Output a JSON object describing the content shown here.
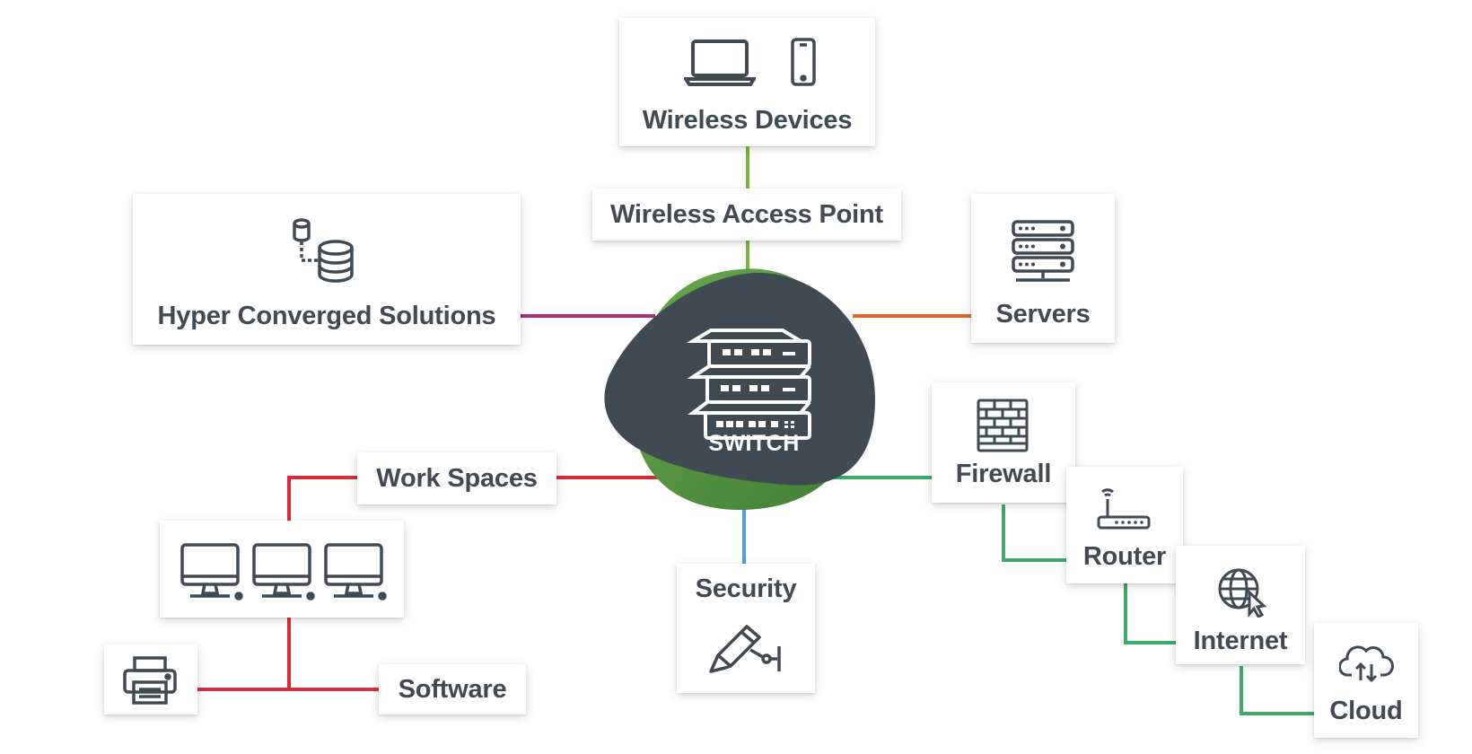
{
  "diagram": {
    "center": {
      "label": "SWITCH",
      "icon": "switch-stack-icon"
    },
    "nodes": {
      "wireless_devices": {
        "label": "Wireless Devices",
        "icons": [
          "laptop-icon",
          "smartphone-icon"
        ]
      },
      "wireless_access_point": {
        "label": "Wireless Access Point"
      },
      "hyper_converged": {
        "label": "Hyper Converged Solutions",
        "icon": "database-link-icon"
      },
      "servers": {
        "label": "Servers",
        "icon": "server-rack-icon"
      },
      "work_spaces": {
        "label": "Work Spaces"
      },
      "workstations": {
        "icons": [
          "desktop-icon",
          "desktop-icon",
          "desktop-icon"
        ]
      },
      "printer": {
        "icon": "printer-icon"
      },
      "software": {
        "label": "Software"
      },
      "security": {
        "label": "Security",
        "icon": "security-camera-icon"
      },
      "firewall": {
        "label": "Firewall",
        "icon": "brick-wall-icon"
      },
      "router": {
        "label": "Router",
        "icon": "router-icon"
      },
      "internet": {
        "label": "Internet",
        "icon": "globe-cursor-icon"
      },
      "cloud": {
        "label": "Cloud",
        "icon": "cloud-sync-icon"
      }
    },
    "colors": {
      "wireless_line": "#7cb342",
      "hyper_converged_line": "#a8307a",
      "servers_line": "#d9692a",
      "work_spaces_line": "#d32f3a",
      "security_line": "#4aa3df",
      "firewall_line": "#3faa6b",
      "switch_blob": "#3f4a52",
      "switch_halo": "#5e9e45",
      "text": "#3f4a52"
    }
  }
}
